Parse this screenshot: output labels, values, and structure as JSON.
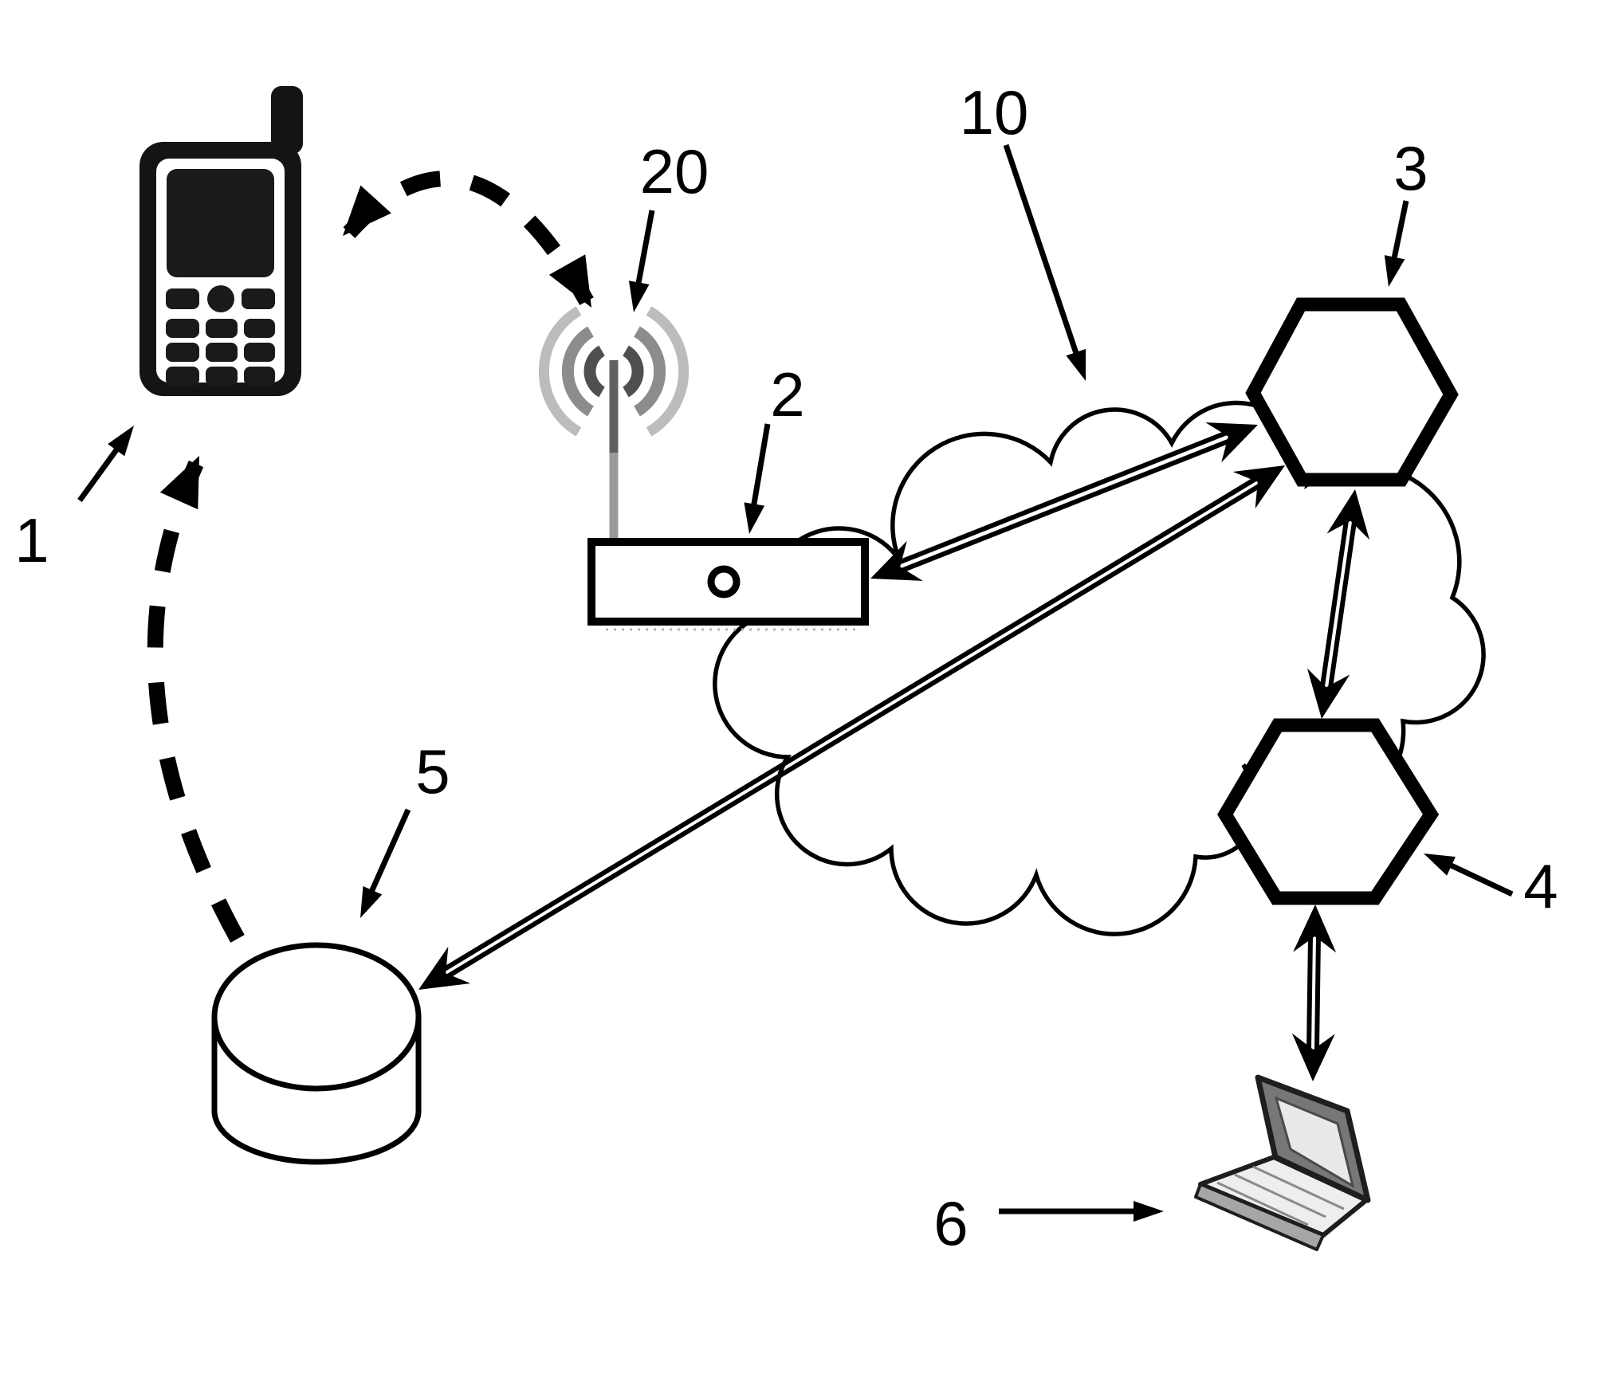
{
  "figure": {
    "type": "patent-network-diagram",
    "background_color": "#ffffff",
    "ink_color": "#000000",
    "components": {
      "mobile_phone": {
        "label": "1",
        "icon": "mobile-phone-icon"
      },
      "router": {
        "label": "2",
        "icon": "router-box-icon"
      },
      "server_a": {
        "label": "3",
        "icon": "hexagon-node-icon"
      },
      "server_b": {
        "label": "4",
        "icon": "hexagon-node-icon"
      },
      "database": {
        "label": "5",
        "icon": "database-cylinder-icon"
      },
      "laptop": {
        "label": "6",
        "icon": "laptop-icon"
      },
      "network_cloud": {
        "label": "10",
        "icon": "cloud-icon"
      },
      "access_point": {
        "label": "20",
        "icon": "antenna-waves-icon"
      }
    },
    "connections": [
      {
        "from": "1",
        "to": "20",
        "style": "dashed-curved",
        "bidirectional": true
      },
      {
        "from": "5",
        "to": "1",
        "style": "dashed-curved",
        "bidirectional": false
      },
      {
        "from": "2",
        "to": "3",
        "style": "double-line",
        "bidirectional": true
      },
      {
        "from": "3",
        "to": "5",
        "style": "double-line",
        "bidirectional": true
      },
      {
        "from": "3",
        "to": "4",
        "style": "double-line",
        "bidirectional": true
      },
      {
        "from": "4",
        "to": "6",
        "style": "double-line",
        "bidirectional": true
      }
    ]
  }
}
